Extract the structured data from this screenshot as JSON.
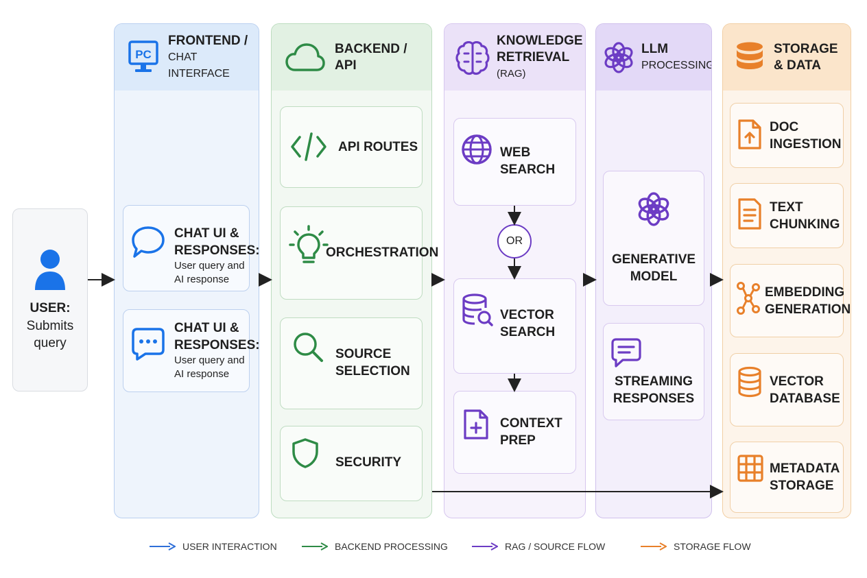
{
  "user": {
    "label": "USER:",
    "subtitle": "Submits query"
  },
  "lanes": {
    "frontend": {
      "title_line1": "FRONTEND /",
      "title_line2": "CHAT INTERFACE",
      "icon_text": "PC"
    },
    "backend": {
      "title_line1": "BACKEND /",
      "title_line2": "API"
    },
    "rag": {
      "title_line1": "KNOWLEDGE",
      "title_line2": "RETRIEVAL",
      "title_line3": "(RAG)"
    },
    "llm": {
      "title_line1": "LLM",
      "title_line2": "PROCESSING"
    },
    "storage": {
      "title_line1": "STORAGE",
      "title_line2": "& DATA"
    }
  },
  "frontend_cards": [
    {
      "title_line1": "CHAT UI &",
      "title_line2": "RESPONSES:",
      "sub_line1": "User query and",
      "sub_line2": "AI response"
    },
    {
      "title_line1": "CHAT UI &",
      "title_line2": "RESPONSES:",
      "sub_line1": "User query and",
      "sub_line2": "AI response"
    }
  ],
  "backend_cards": [
    {
      "title_line1": "API ROUTES"
    },
    {
      "title_line1": "ORCHESTRATION"
    },
    {
      "title_line1": "SOURCE",
      "title_line2": "SELECTION"
    },
    {
      "title_line1": "SECURITY"
    }
  ],
  "rag_cards": [
    {
      "title_line1": "WEB",
      "title_line2": "SEARCH"
    },
    {
      "title_line1": "VECTOR",
      "title_line2": "SEARCH"
    },
    {
      "title_line1": "CONTEXT",
      "title_line2": "PREP"
    }
  ],
  "rag_or": "OR",
  "llm_cards": [
    {
      "title_line1": "GENERATIVE",
      "title_line2": "MODEL"
    },
    {
      "title_line1": "STREAMING",
      "title_line2": "RESPONSES"
    }
  ],
  "storage_cards": [
    {
      "title_line1": "DOC",
      "title_line2": "INGESTION"
    },
    {
      "title_line1": "TEXT",
      "title_line2": "CHUNKING"
    },
    {
      "title_line1": "EMBEDDING",
      "title_line2": "GENERATION"
    },
    {
      "title_line1": "VECTOR",
      "title_line2": "DATABASE"
    },
    {
      "title_line1": "METADATA",
      "title_line2": "STORAGE"
    }
  ],
  "legend": [
    {
      "label": "USER INTERACTION",
      "color": "#2f6fd8"
    },
    {
      "label": "BACKEND PROCESSING",
      "color": "#2e8b46"
    },
    {
      "label": "RAG / SOURCE FLOW",
      "color": "#6c3cc4"
    },
    {
      "label": "STORAGE FLOW",
      "color": "#e8802a"
    }
  ],
  "colors": {
    "blue": "#2f6fd8",
    "green": "#2e8b46",
    "purple": "#6c3cc4",
    "orange": "#e8802a"
  }
}
